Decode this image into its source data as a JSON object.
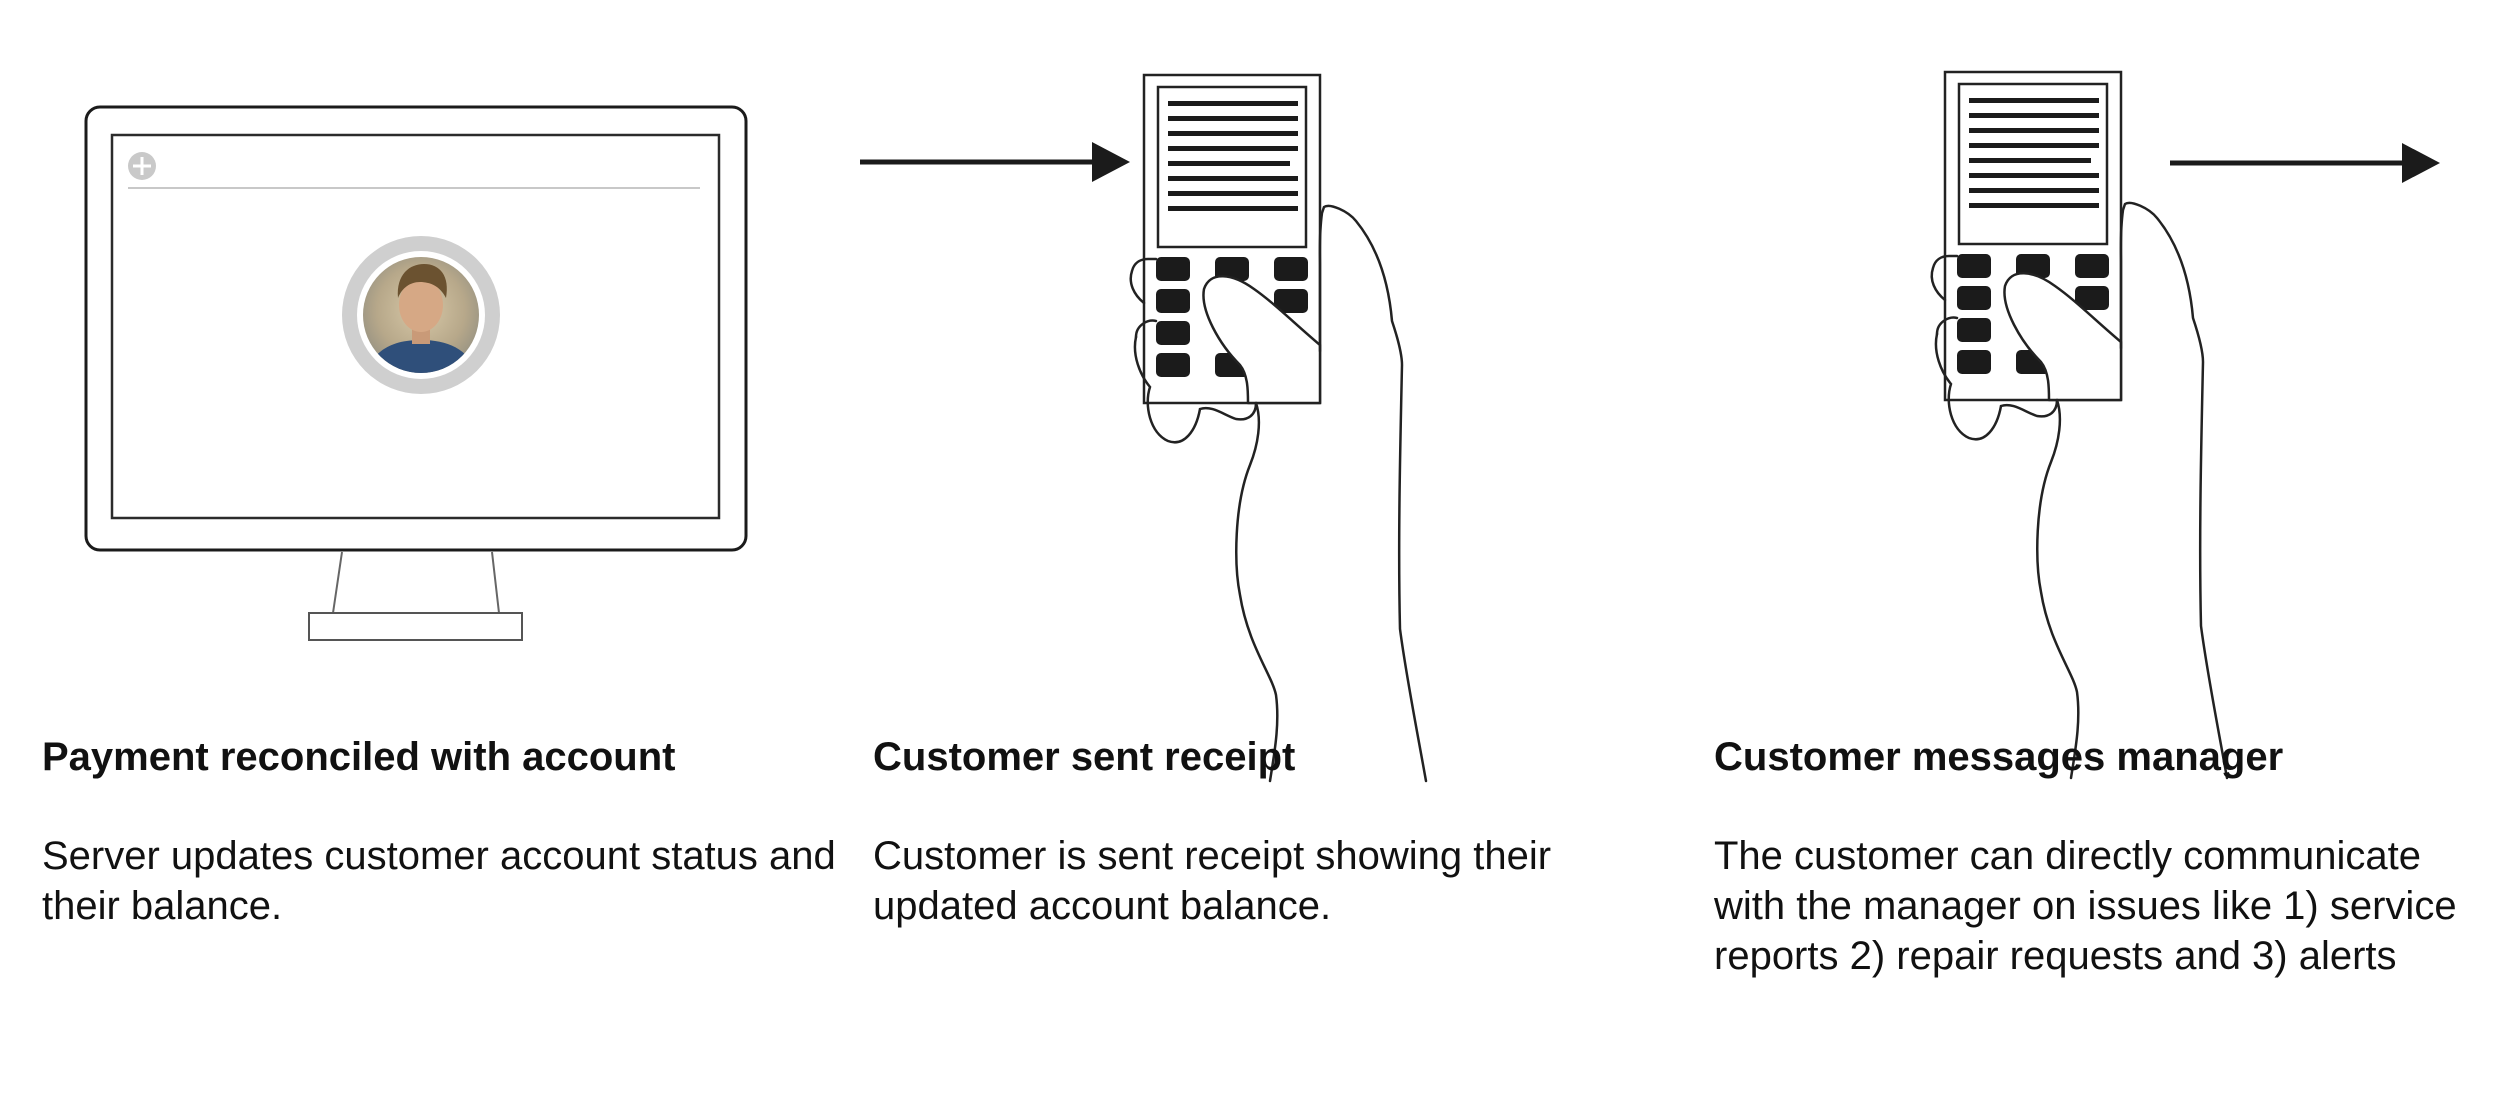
{
  "steps": [
    {
      "title": "Payment reconciled with account",
      "description": "Server updates customer account status and their balance."
    },
    {
      "title": "Customer sent receipt",
      "description": "Customer is sent receipt showing their updated account balance."
    },
    {
      "title": "Customer messages manager",
      "description": "The customer can directly communicate with the manager on issues like 1) service reports 2) repair requests and 3) alerts"
    }
  ],
  "icons": {
    "monitor": "desktop-monitor-icon",
    "add": "plus-circle-icon",
    "avatar": "customer-avatar",
    "phone": "hand-holding-phone-icon",
    "arrow": "arrow-right-icon"
  },
  "colors": {
    "ink": "#111111",
    "line": "#222222",
    "frame": "#2b2b2b",
    "avatar_ring": "#cfcfcf",
    "divider": "#c8c8c8"
  }
}
